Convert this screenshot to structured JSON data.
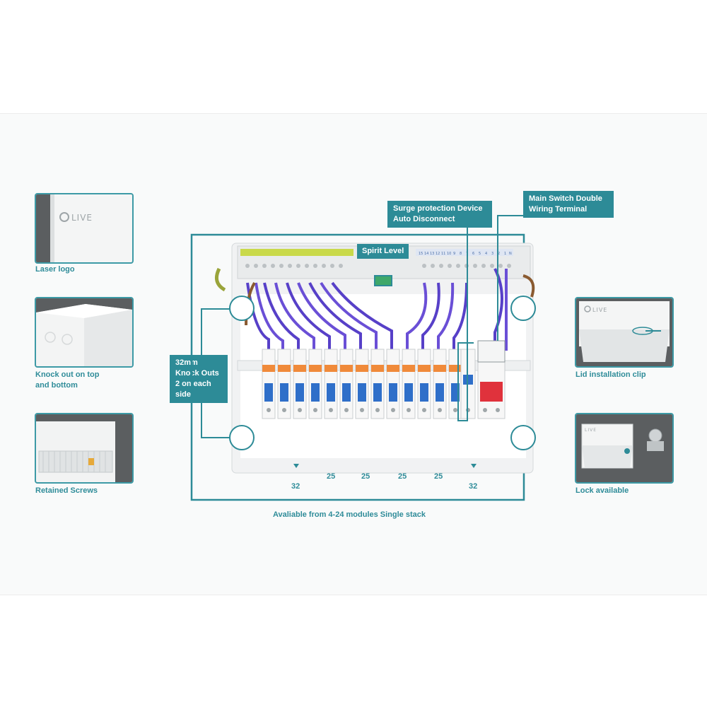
{
  "brand_text": "LIVE",
  "colors": {
    "accent": "#2d8b97",
    "caption": "#2f8c99",
    "thumb_bg": "#595c5e"
  },
  "left_features": [
    {
      "caption": "Laser logo"
    },
    {
      "caption": "Knock out on top and bottom"
    },
    {
      "caption": "Retained Screws"
    }
  ],
  "right_features": [
    {
      "caption": "Lid installation clip"
    },
    {
      "caption": "Lock available"
    }
  ],
  "callouts": {
    "surge": "Surge protection Device Auto Disconnect",
    "main_switch": "Main Switch Double Wiring Terminal",
    "spirit_level": "Spirit Level",
    "knock_outs": "32mm Knock Outs 2 on each side"
  },
  "dimensions": [
    "32",
    "25",
    "25",
    "25",
    "25",
    "32"
  ],
  "footer": "Avaliable from 4-24 modules Single stack",
  "terminal_numbers": [
    "15",
    "14",
    "13",
    "12",
    "11",
    "10",
    "9",
    "8",
    "7",
    "6",
    "5",
    "4",
    "3",
    "2",
    "1",
    "N"
  ]
}
